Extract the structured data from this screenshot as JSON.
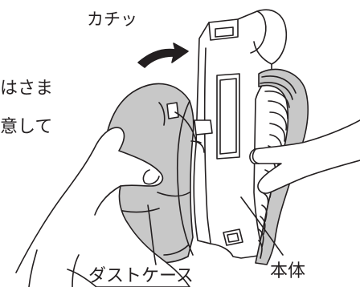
{
  "labels": {
    "click_sound": "カチッ",
    "left_text_line1": "はさま",
    "left_text_line2": "意して",
    "dust_case": "ダストケース",
    "main_body": "本体"
  },
  "colors": {
    "line": "#231f20",
    "shade": "#c8c8c8",
    "shade_dark": "#a9a9a9",
    "paper": "#ffffff"
  },
  "icons": {
    "arrow": "curved-arrow-right"
  }
}
